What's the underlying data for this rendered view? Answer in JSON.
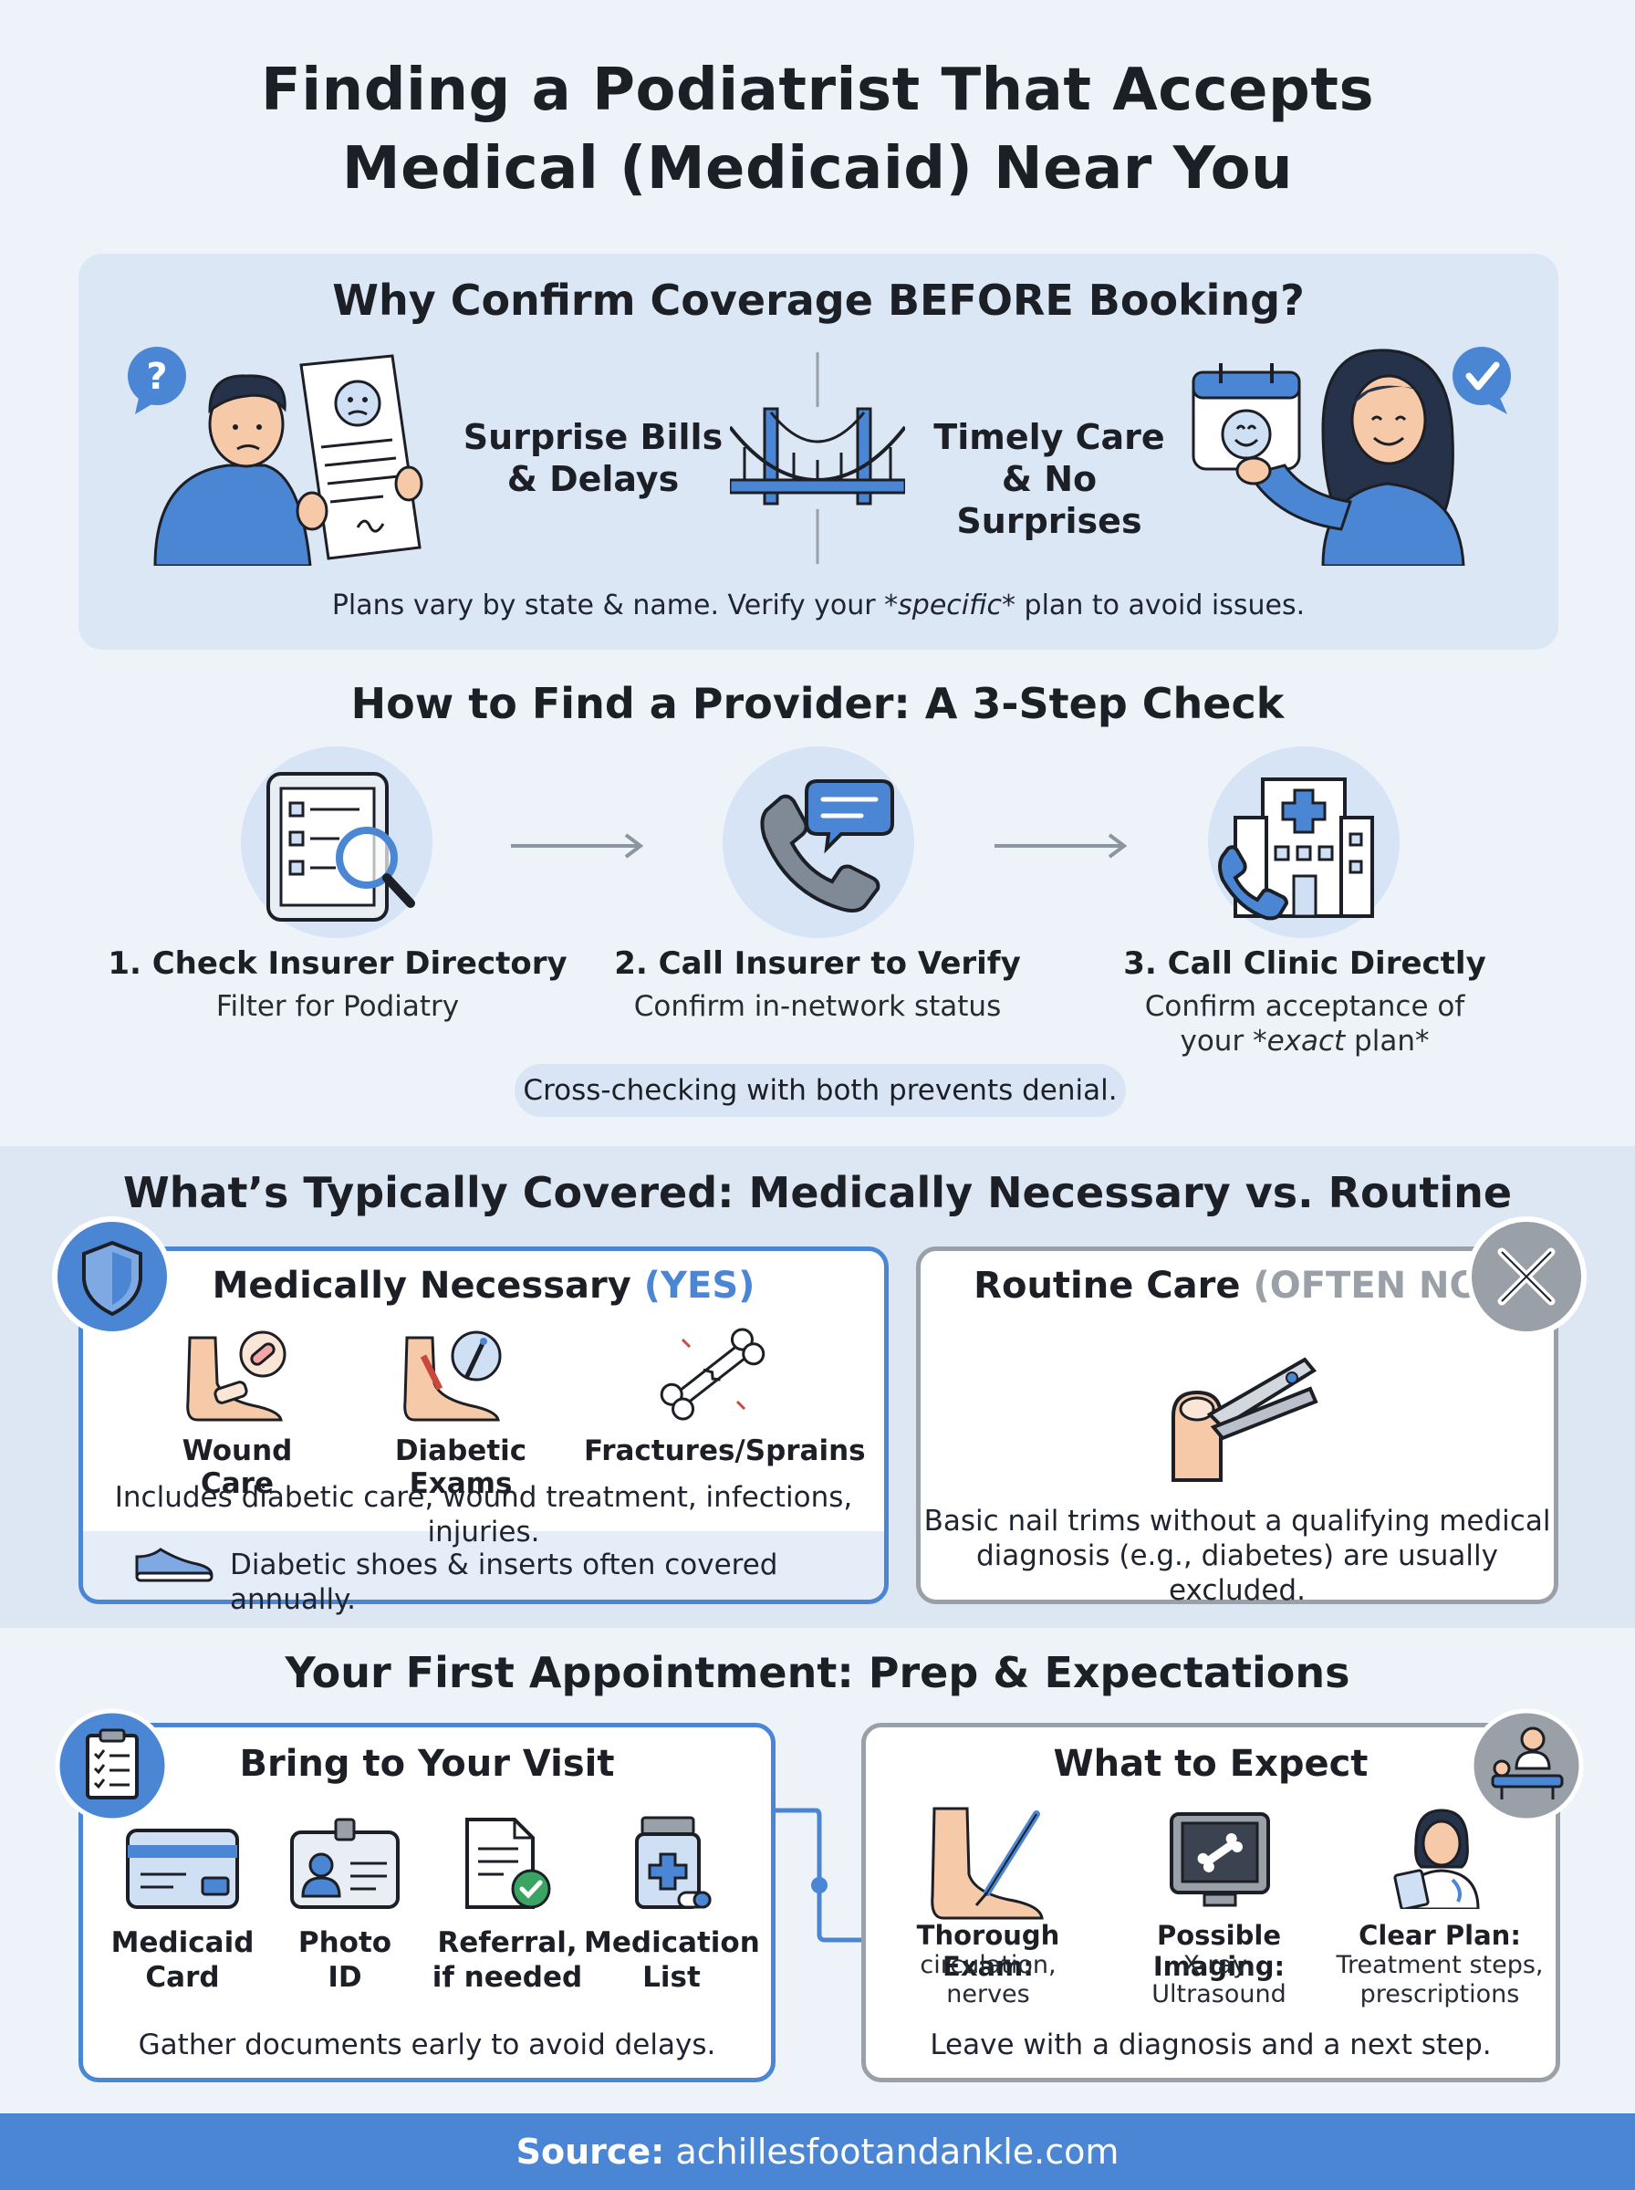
{
  "title": {
    "line1": "Finding a Podiatrist That Accepts",
    "line2": "Medical (Medicaid) Near You"
  },
  "why": {
    "heading": "Why Confirm Coverage BEFORE Booking?",
    "left_line1": "Surprise Bills",
    "left_line2": "& Delays",
    "right_line1": "Timely Care",
    "right_line2": "& No Surprises",
    "note_before": "Plans vary by state & name. Verify your ",
    "note_em": "*specific*",
    "note_after": " plan to avoid issues."
  },
  "steps": {
    "heading": "How to Find a Provider: A 3-Step Check",
    "items": [
      {
        "title": "1. Check Insurer Directory",
        "sub": "Filter for Podiatry"
      },
      {
        "title": "2. Call Insurer to Verify",
        "sub": "Confirm in-network status"
      },
      {
        "title": "3. Call Clinic Directly",
        "sub_line1": "Confirm acceptance of",
        "sub_before": "your ",
        "sub_em": "*exact",
        "sub_after": " plan*"
      }
    ],
    "pill": "Cross-checking with both prevents denial."
  },
  "coverage": {
    "heading": "What’s Typically Covered: Medically Necessary vs. Routine",
    "necessary": {
      "title": "Medically Necessary",
      "tag": "(YES)",
      "items": [
        "Wound Care",
        "Diabetic Exams",
        "Fractures/Sprains"
      ],
      "body": "Includes diabetic care, wound treatment, infections, injuries.",
      "shoes": "Diabetic shoes & inserts often covered annually."
    },
    "routine": {
      "title": "Routine Care",
      "tag": "(OFTEN NO)",
      "body_line1": "Basic nail trims without a qualifying medical",
      "body_line2": "diagnosis (e.g., diabetes) are usually excluded."
    }
  },
  "appointment": {
    "heading": "Your First Appointment: Prep & Expectations",
    "bring": {
      "title": "Bring to Your Visit",
      "items": [
        {
          "line1": "Medicaid",
          "line2": "Card"
        },
        {
          "line1": "Photo",
          "line2": "ID"
        },
        {
          "line1": "Referral,",
          "line2": "if needed"
        },
        {
          "line1": "Medication",
          "line2": "List"
        }
      ],
      "note": "Gather documents early to avoid delays."
    },
    "expect": {
      "title": "What to Expect",
      "items": [
        {
          "title": "Thorough Exam:",
          "sub1": "circulation,",
          "sub2": "nerves"
        },
        {
          "title": "Possible Imaging:",
          "sub1": "X-ray,",
          "sub2": "Ultrasound"
        },
        {
          "title": "Clear Plan:",
          "sub1": "Treatment steps,",
          "sub2": "prescriptions"
        }
      ],
      "note": "Leave with a diagnosis and a next step."
    }
  },
  "source": {
    "label": "Source:",
    "value": " achillesfootandankle.com"
  },
  "colors": {
    "accent": "#4a86d4",
    "accent_light": "#dce7f6",
    "routine_gray": "#9aa0a8",
    "check_green": "#3aa463"
  },
  "icons": [
    "question-icon",
    "checkmark-icon",
    "bridge-icon",
    "tablet-search-icon",
    "phone-chat-icon",
    "clinic-phone-icon",
    "shield-icon",
    "close-icon",
    "clipboard-icon",
    "doctor-exam-icon",
    "id-card-icon",
    "referral-document-icon",
    "medication-bottle-icon",
    "shoe-icon",
    "nail-clipper-icon",
    "xray-monitor-icon",
    "doctor-icon",
    "foot-bandage-icon",
    "foot-exam-icon",
    "bone-fracture-icon",
    "credit-card-icon"
  ]
}
